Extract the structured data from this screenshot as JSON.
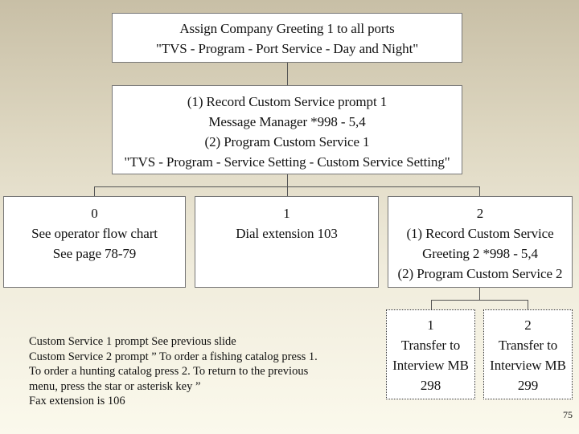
{
  "top_box": {
    "line1": "Assign Company Greeting 1 to all ports",
    "line2": "\"TVS - Program - Port Service - Day and Night\""
  },
  "second_box": {
    "line1": "(1) Record Custom Service prompt 1",
    "line2": "Message Manager *998 - 5,4",
    "line3": "(2) Program Custom Service 1",
    "line4": "\"TVS - Program - Service Setting - Custom Service Setting\""
  },
  "option_0": {
    "line1": "0",
    "line2": "See operator flow chart",
    "line3": "See page 78-79"
  },
  "option_1": {
    "line1": "1",
    "line2": "Dial extension 103"
  },
  "option_2": {
    "line1": "2",
    "line2": "(1) Record Custom Service",
    "line3": "Greeting 2 *998 - 5,4",
    "line4": "(2) Program Custom Service 2"
  },
  "sub_1": {
    "line1": "1",
    "line2": "Transfer to",
    "line3": "Interview MB",
    "line4": "298"
  },
  "sub_2": {
    "line1": "2",
    "line2": "Transfer to",
    "line3": "Interview MB",
    "line4": "299"
  },
  "notes": {
    "line1": "Custom Service 1 prompt  See previous slide",
    "line2": "Custom Service 2 prompt  ” To order a fishing catalog press 1.",
    "line3": "To order a  hunting catalog press 2. To return to the previous",
    "line4": "menu, press the star or asterisk key ”",
    "line5": "Fax extension is 106"
  },
  "page_number": "75"
}
